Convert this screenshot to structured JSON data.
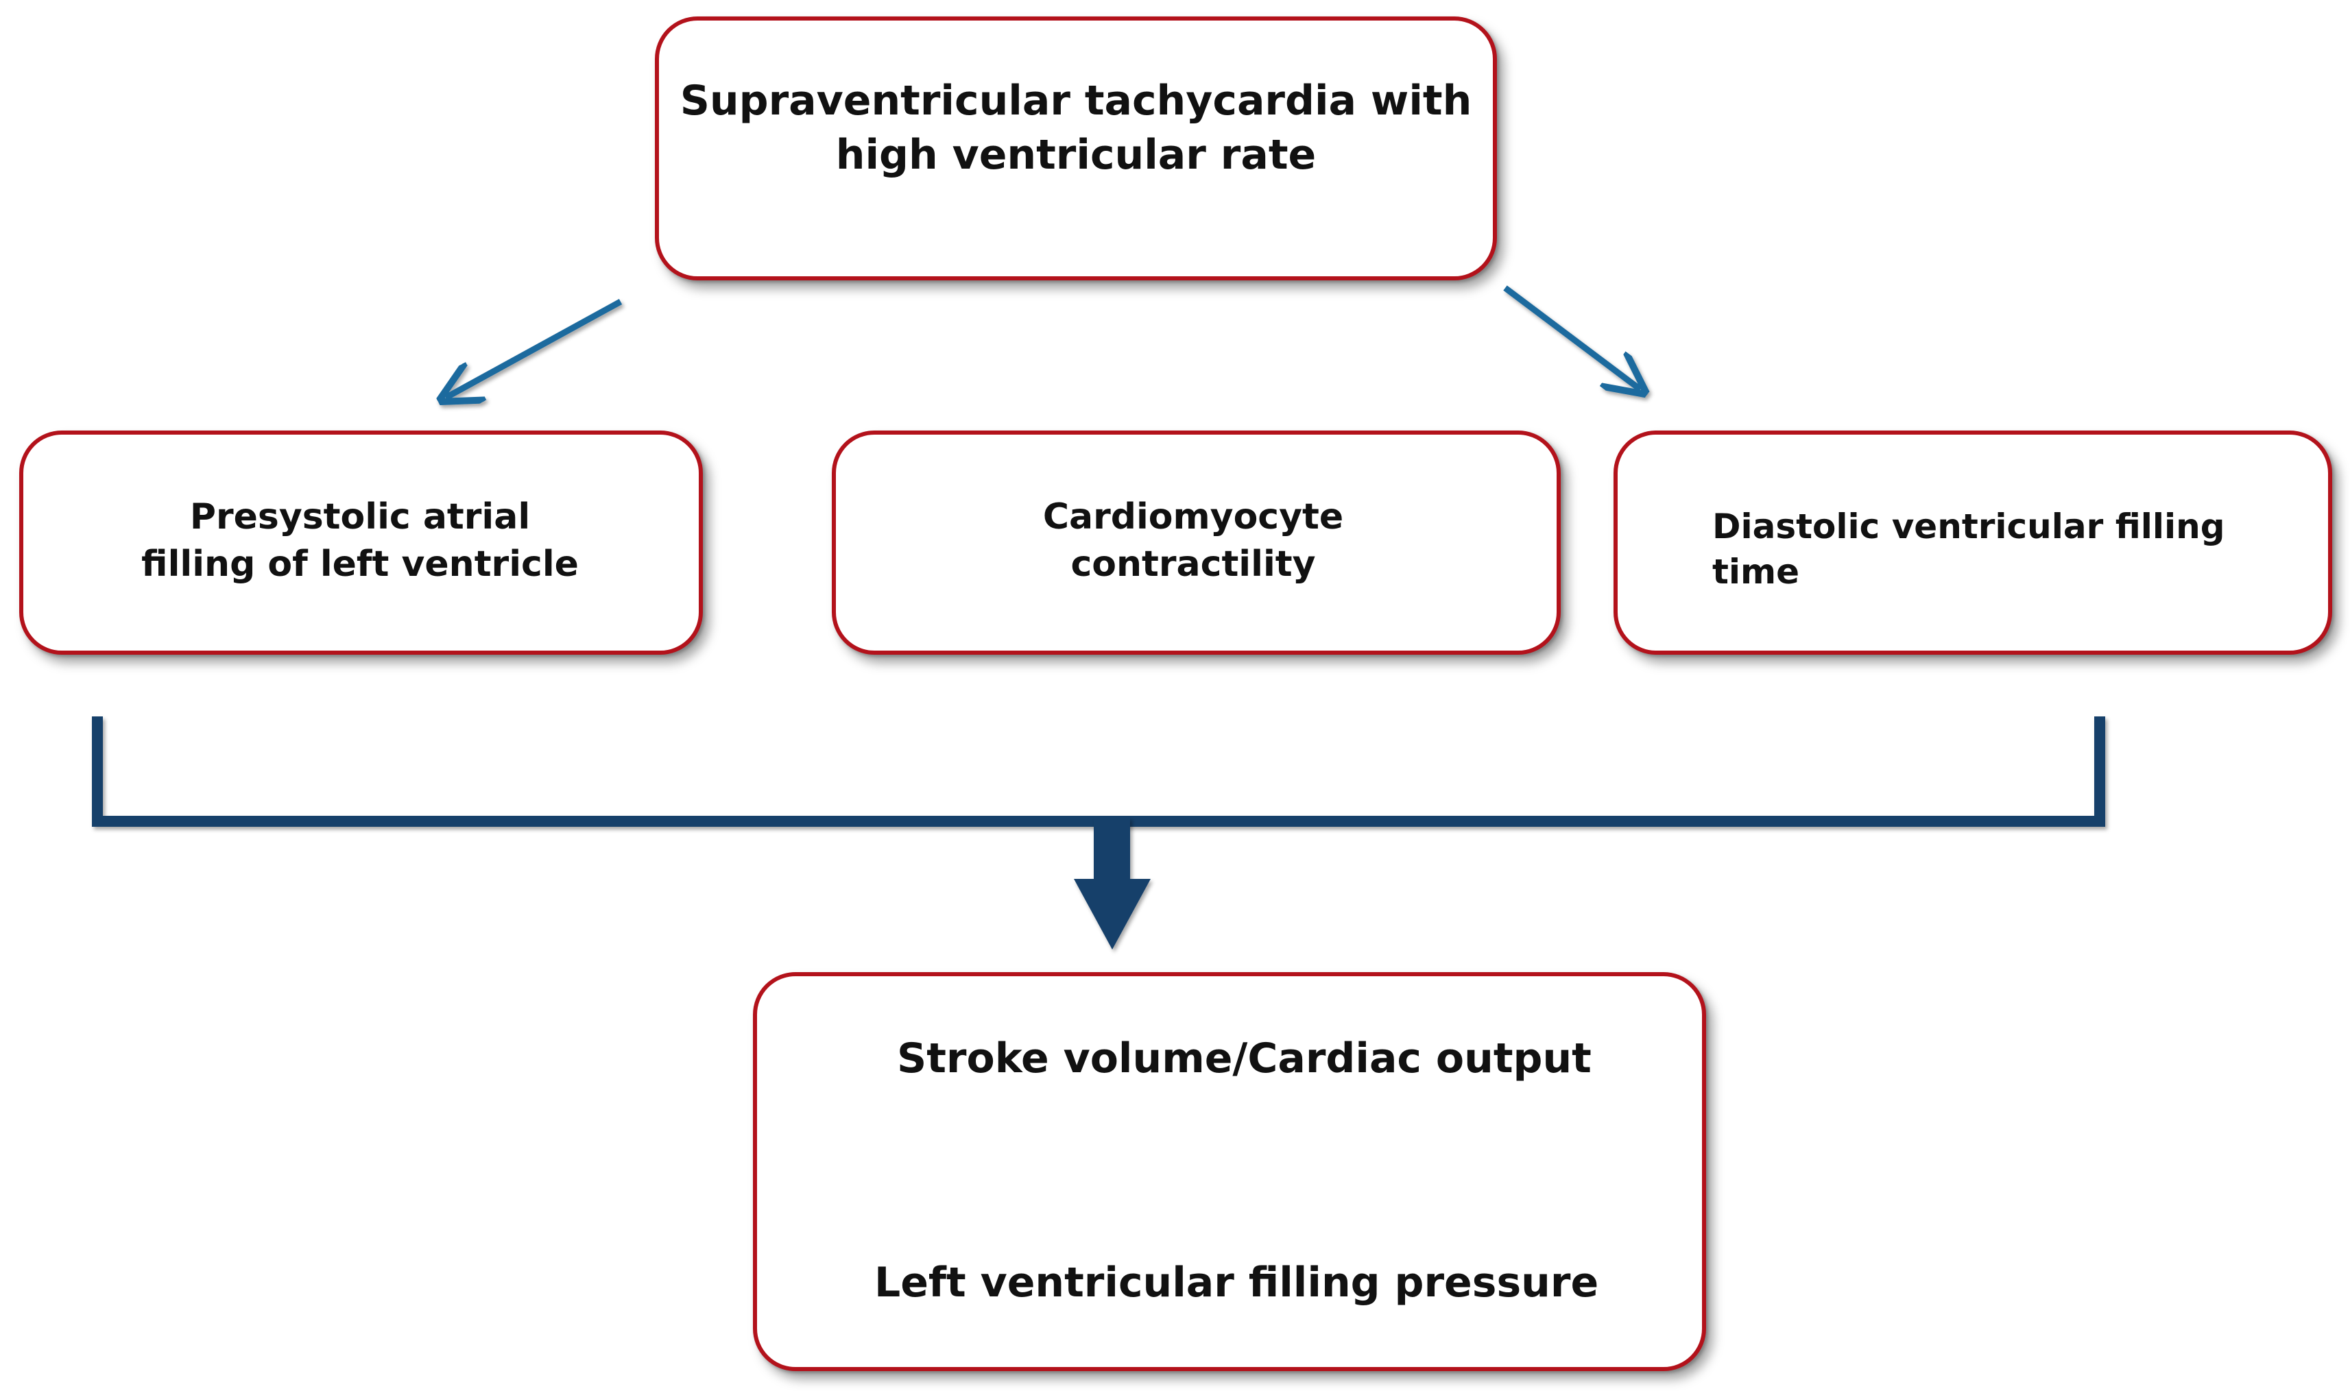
{
  "top": {
    "label": "Supraventricular  tachycardia with\nhigh  ventricular rate"
  },
  "effects": [
    {
      "label": "Presystolic atrial\nfilling of  left  ventricle",
      "direction": "down"
    },
    {
      "label": "Cardiomyocyte\ncontractility",
      "direction": "down"
    },
    {
      "label": "Diastolic ventricular filling time",
      "direction": "down"
    }
  ],
  "outcome": {
    "lines": [
      {
        "label": "Stroke volume/Cardiac output",
        "direction": "down"
      },
      {
        "label": "Left ventricular filling pressure",
        "direction": "up"
      }
    ]
  },
  "colors": {
    "box_border": "#b3121b",
    "thin_arrow": "#1e6a9e",
    "thick_arrow": "#143f6b"
  }
}
